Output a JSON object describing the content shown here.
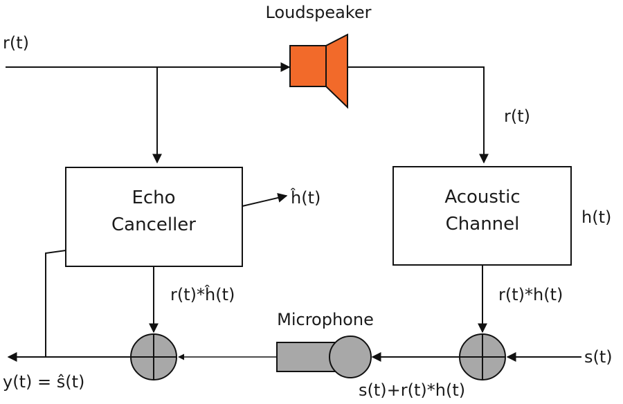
{
  "labels": {
    "loudspeaker": "Loudspeaker",
    "input_signal": "r(t)",
    "signal_to_channel": "r(t)",
    "estimated_response": "ĥ(t)",
    "channel_response": "h(t)",
    "echo_estimate": "r(t)*ĥ(t)",
    "echo_actual": "r(t)*h(t)",
    "microphone": "Microphone",
    "near_end_signal": "s(t)",
    "mic_signal": "s(t)+r(t)*h(t)",
    "output_signal": "y(t) = ŝ(t)"
  },
  "blocks": {
    "echo_canceller": {
      "line1": "Echo",
      "line2": "Canceller"
    },
    "acoustic_channel": {
      "line1": "Acoustic",
      "line2": "Channel"
    }
  },
  "colors": {
    "loudspeaker": "#f26a2a",
    "summer": "#a8a8a8",
    "microphone": "#a8a8a8",
    "line": "#111111"
  }
}
